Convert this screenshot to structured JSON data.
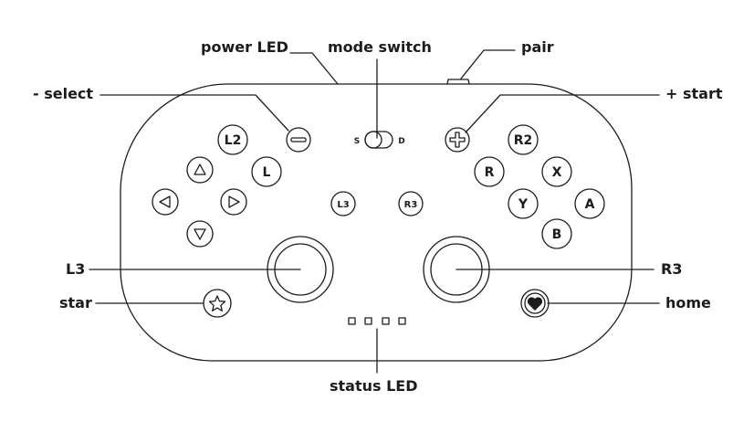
{
  "callouts": {
    "power_led": "power LED",
    "mode_switch": "mode switch",
    "pair": "pair",
    "select": "- select",
    "start": "+ start",
    "l3": "L3",
    "r3": "R3",
    "star": "star",
    "home": "home",
    "status_led": "status LED"
  },
  "buttons": {
    "l2": "L2",
    "l": "L",
    "r2": "R2",
    "r": "R",
    "x": "X",
    "y": "Y",
    "a": "A",
    "b": "B",
    "l3": "L3",
    "r3": "R3"
  },
  "mode_switch_labels": {
    "left": "S",
    "right": "D"
  },
  "colors": {
    "ink": "#1c1c1c",
    "background": "#ffffff"
  },
  "icons": {
    "select": "minus-icon",
    "start": "plus-icon",
    "star": "star-icon",
    "home": "home-heart-icon",
    "dpad": [
      "triangle-up-icon",
      "triangle-left-icon",
      "triangle-right-icon",
      "triangle-down-icon"
    ],
    "status_led": "status-led-icon"
  }
}
